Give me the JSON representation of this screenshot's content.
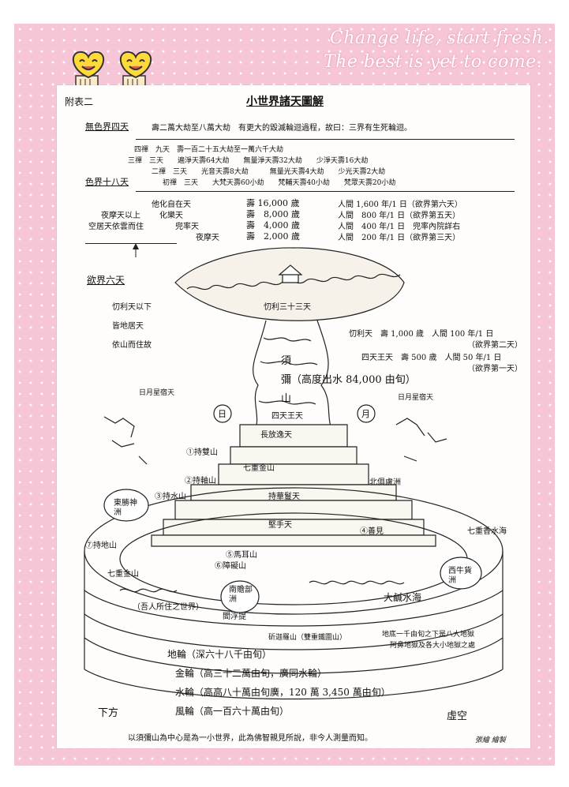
{
  "banner": {
    "line1": "Change life, start fresh.",
    "line2": "The best is yet to come."
  },
  "doc": {
    "appendix": "附表二",
    "title": "小世界諸天圖解",
    "formless": {
      "label": "無色界四天",
      "text": "壽二萬大劫至八萬大劫　有更大的毀滅輪迴過程，故曰：三界有生死輪迴。"
    },
    "form": {
      "label": "色界十八天",
      "rows": [
        "四禪　九天　壽一百二十五大劫至一萬六千大劫",
        "三禪　三天　　遍淨天壽64大劫　　無量淨天壽32大劫　　少淨天壽16大劫",
        "二禪　三天　　光音天壽8大劫　　　無量光天壽4大劫　　少光天壽2大劫",
        "初禪　三天　　大梵天壽60小劫　　梵輔天壽40小劫　　梵眾天壽20小劫"
      ]
    },
    "desire_heavens": {
      "left_note_1": "夜摩天以上",
      "left_note_2": "空居天依雲而住",
      "rows": [
        {
          "name": "他化自在天",
          "life": "壽 16,000 歲",
          "rate": "人間 1,600 年/1 日（欲界第六天）"
        },
        {
          "name": "化樂天",
          "life": "壽　8,000 歲",
          "rate": "人間　800 年/1 日（欲界第五天）"
        },
        {
          "name": "兜率天",
          "life": "壽　4,000 歲",
          "rate": "人間　400 年/1 日　兜率內院詳右"
        },
        {
          "name": "夜摩天",
          "life": "壽　2,000 歲",
          "rate": "人間　200 年/1 日（欲界第三天）"
        }
      ]
    },
    "six_heavens": {
      "label": "欲界六天",
      "note1": "忉利天以下",
      "note2": "皆地居天",
      "note3": "依山而住故"
    },
    "diagram": {
      "trayastrimsa": "忉利三十三天",
      "trayastrimsa_life": "忉利天　壽 1,000 歲　人間 100 年/1 日",
      "trayastrimsa_note": "（欲界第二天）",
      "four_kings_life": "四天王天　壽 500 歲　人間 50 年/1 日",
      "four_kings_note": "（欲界第一天）",
      "sumeru_1": "須",
      "sumeru_2": "彌（高度出水 84,000 由旬）",
      "sumeru_3": "山",
      "four_kings": "四天王天",
      "sun": "日",
      "moon": "月",
      "stars_left": "日月星宿天",
      "stars_right": "日月星宿天",
      "m1": "①持雙山",
      "m2": "②持軸山",
      "m3": "③持水山",
      "m4": "④善見",
      "m5": "⑤馬耳山",
      "m6": "⑥障礙山",
      "m7": "⑦持地山",
      "seven_gold": "七重金山",
      "seven_gold2": "七重金山",
      "zengzhang": "長放逸天",
      "chijiman": "持華鬘天",
      "jianshou": "堅手天",
      "east": "東勝神洲",
      "north": "北俱盧洲",
      "west": "西牛貨洲",
      "south": "南贍部洲",
      "south2": "閻浮提",
      "seven_water": "七重香水海",
      "salt_sea": "大鹹水海",
      "our_world": "（吾人所住之世界）",
      "iron_mountain": "斫迦羅山（雙重鐵圍山）",
      "hell_note_1": "地底一千由旬之下是八大地獄",
      "hell_note_2": "阿鼻地獄及各大小地獄之處",
      "earth_wheel": "地輪（深六十八千由旬）",
      "gold_wheel": "金輪（高三十二萬由旬，廣同水輪）",
      "water_wheel": "水輪（高高八十萬由旬廣，120 萬 3,450 萬由旬）",
      "wind_wheel": "風輪（高一百六十萬由旬）",
      "below": "下方",
      "void": "虛空"
    },
    "footer": "以須彌山為中心是為一小世界，此為佛智親見所說，非今人測量而知。",
    "signature": "張繪 繪製"
  }
}
